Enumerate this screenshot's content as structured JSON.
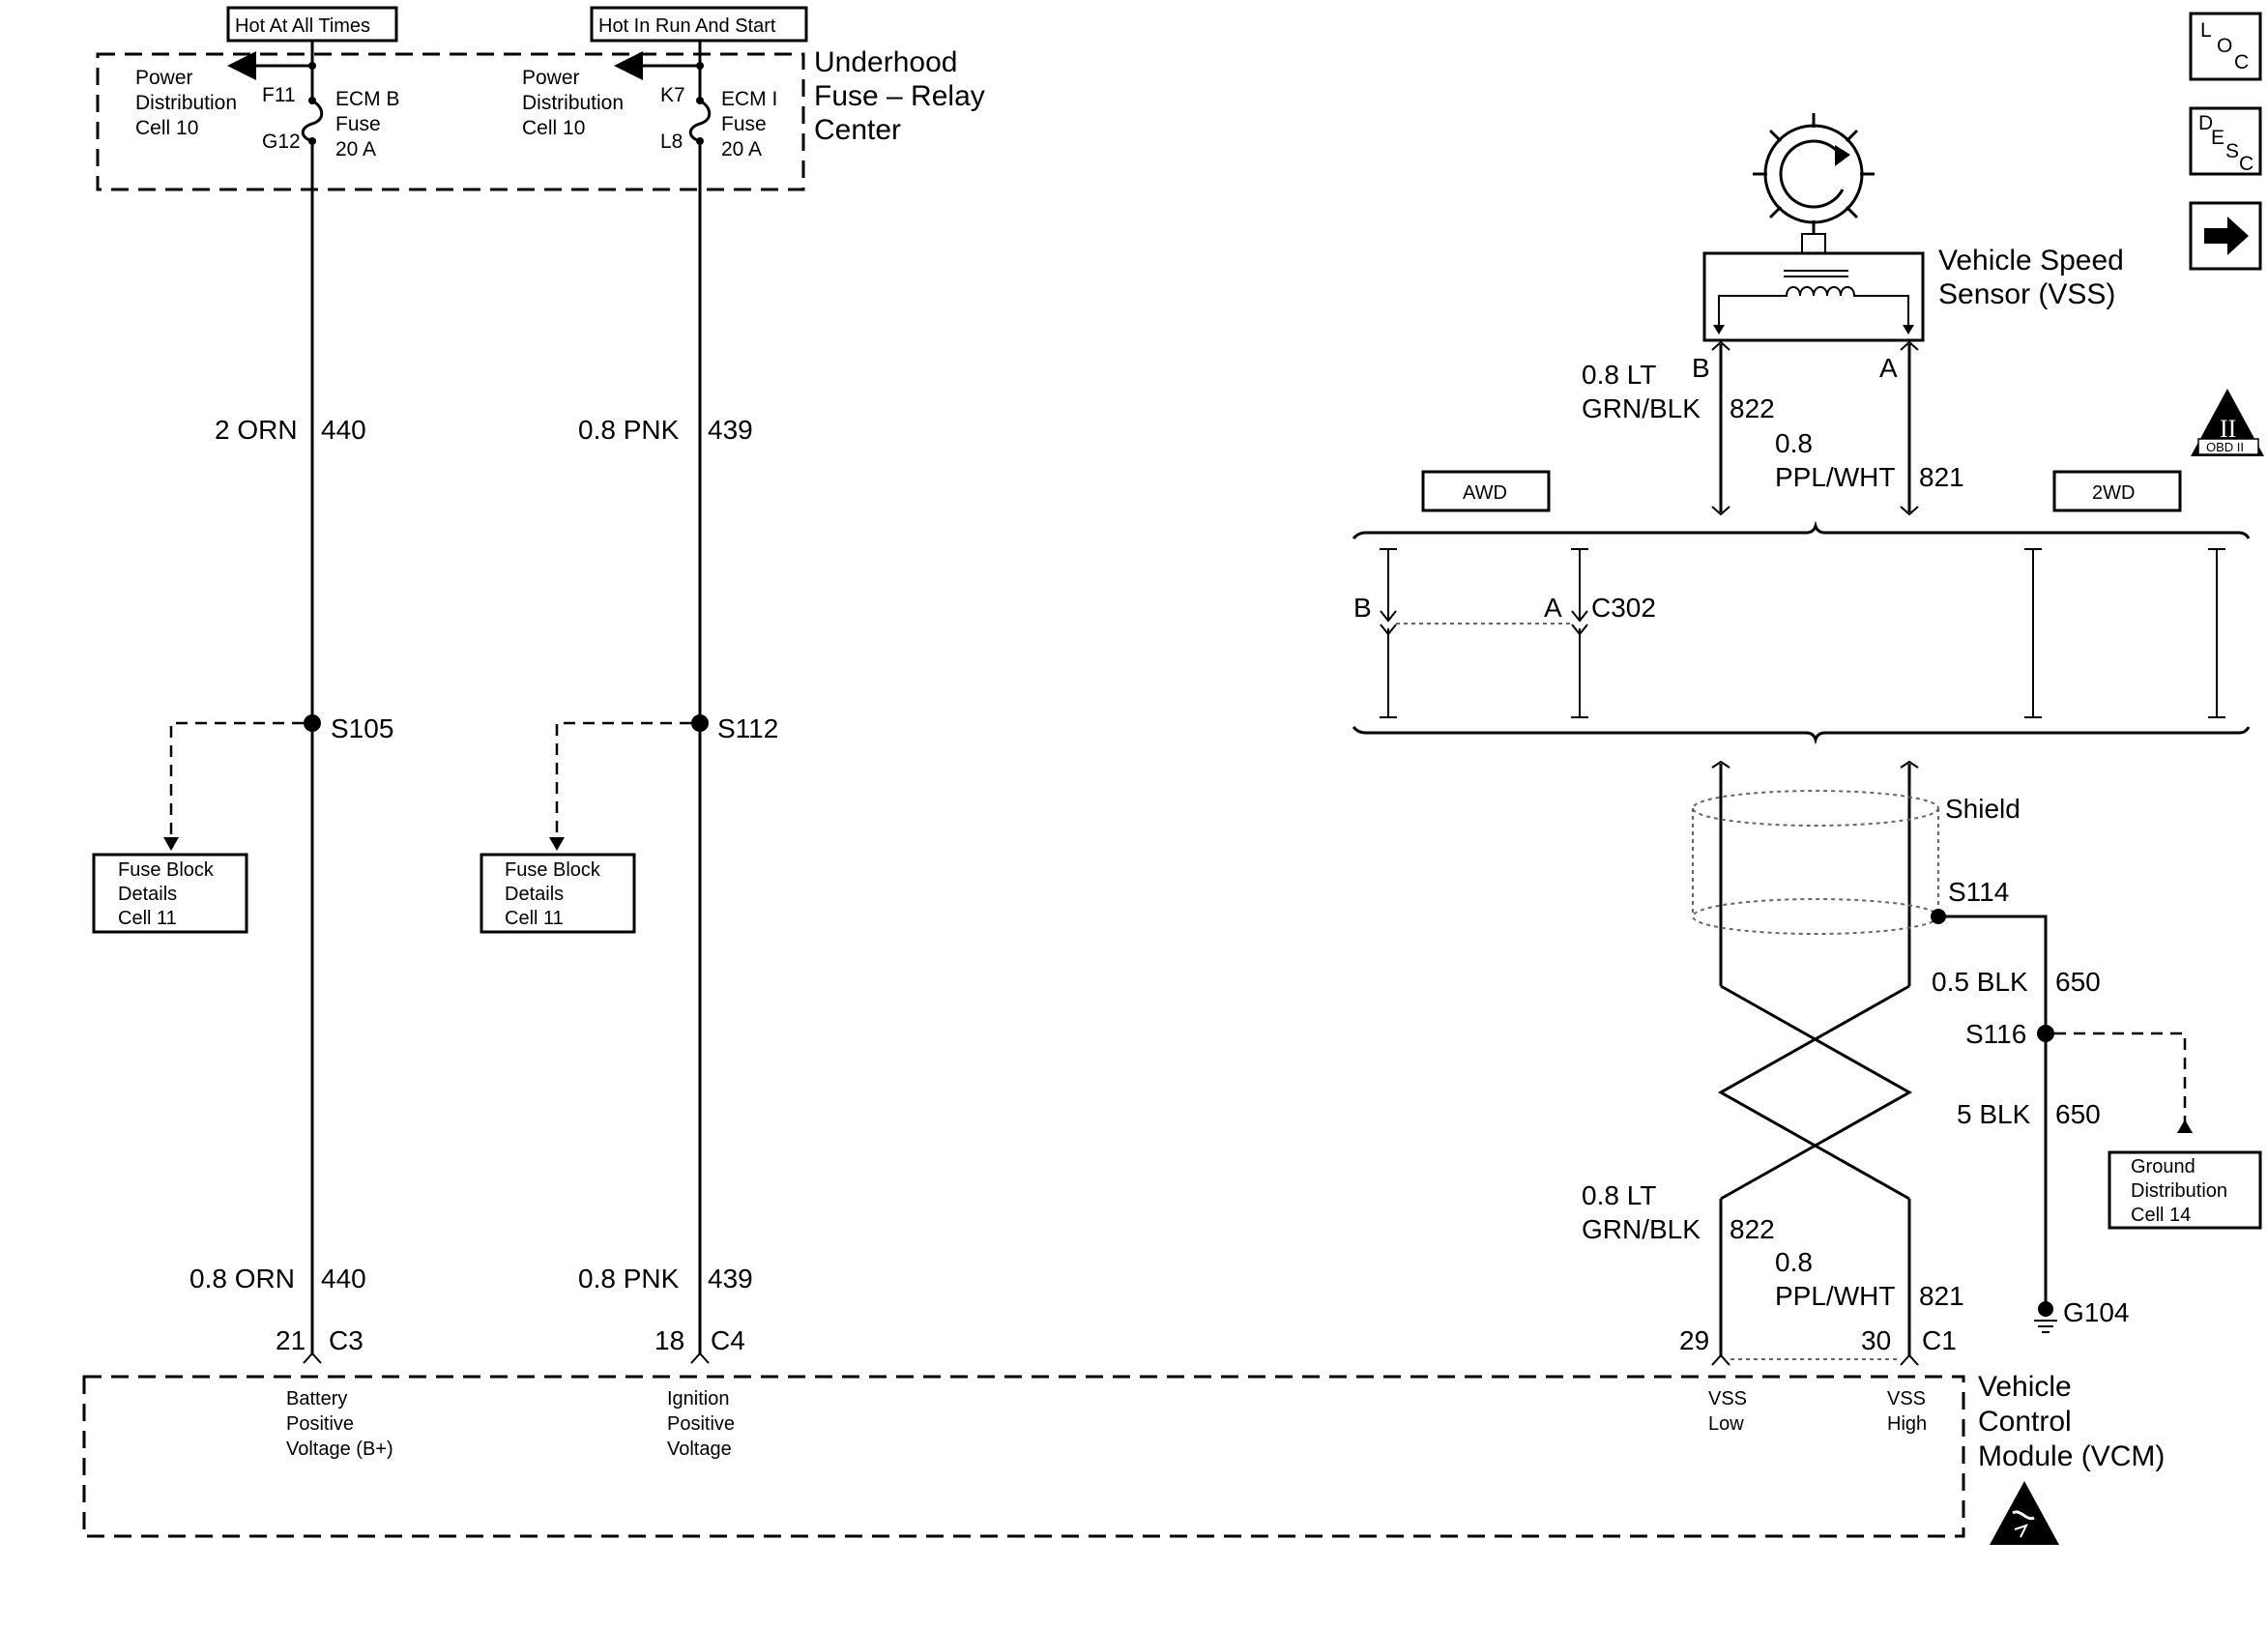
{
  "header_labels": {
    "hot_all_times": "Hot At All Times",
    "hot_run_start": "Hot In Run And Start"
  },
  "fuse_relay_center": {
    "title_line1": "Underhood",
    "title_line2": "Fuse – Relay",
    "title_line3": "Center",
    "left": {
      "pd_line1": "Power",
      "pd_line2": "Distribution",
      "pd_line3": "Cell 10",
      "pin_top": "F11",
      "pin_bottom": "G12",
      "fuse_line1": "ECM B",
      "fuse_line2": "Fuse",
      "fuse_line3": "20 A"
    },
    "right": {
      "pd_line1": "Power",
      "pd_line2": "Distribution",
      "pd_line3": "Cell 10",
      "pin_top": "K7",
      "pin_bottom": "L8",
      "fuse_line1": "ECM I",
      "fuse_line2": "Fuse",
      "fuse_line3": "20 A"
    }
  },
  "wires": {
    "w440_size": "2 ORN",
    "w440_circuit": "440",
    "w439_size": "0.8 PNK",
    "w439_circuit": "439",
    "w440b_size": "0.8 ORN",
    "w440b_circuit": "440",
    "w439b_size": "0.8 PNK",
    "w439b_circuit": "439",
    "w822_size_line1": "0.8 LT",
    "w822_size_line2": "GRN/BLK",
    "w822_circuit": "822",
    "w821_size_line1": "0.8",
    "w821_size_line2": "PPL/WHT",
    "w821_circuit": "821",
    "w822b_size_line1": "0.8 LT",
    "w822b_size_line2": "GRN/BLK",
    "w822b_circuit": "822",
    "w821b_size_line1": "0.8",
    "w821b_size_line2": "PPL/WHT",
    "w821b_circuit": "821",
    "w650_size": "0.5 BLK",
    "w650_circuit": "650",
    "w650b_size": "5 BLK",
    "w650b_circuit": "650"
  },
  "splices": {
    "s105": "S105",
    "s112": "S112",
    "s114": "S114",
    "s116": "S116"
  },
  "fuse_block_left": {
    "line1": "Fuse Block",
    "line2": "Details",
    "line3": "Cell 11"
  },
  "fuse_block_right": {
    "line1": "Fuse Block",
    "line2": "Details",
    "line3": "Cell 11"
  },
  "ground_dist": {
    "line1": "Ground",
    "line2": "Distribution",
    "line3": "Cell 14"
  },
  "ground": "G104",
  "vss": {
    "label_line1": "Vehicle Speed",
    "label_line2": "Sensor (VSS)",
    "pin_b": "B",
    "pin_a": "A"
  },
  "option_awd": "AWD",
  "option_2wd": "2WD",
  "connector": {
    "name": "C302",
    "pin_b": "B",
    "pin_a": "A"
  },
  "shield": "Shield",
  "vcm": {
    "title_line1": "Vehicle",
    "title_line2": "Control",
    "title_line3": "Module (VCM)",
    "pin21": "21",
    "conn_c3": "C3",
    "pin18": "18",
    "conn_c4": "C4",
    "pin29": "29",
    "pin30": "30",
    "conn_c1": "C1",
    "batt_line1": "Battery",
    "batt_line2": "Positive",
    "batt_line3": "Voltage (B+)",
    "ign_line1": "Ignition",
    "ign_line2": "Positive",
    "ign_line3": "Voltage",
    "vss_low_line1": "VSS",
    "vss_low_line2": "Low",
    "vss_high_line1": "VSS",
    "vss_high_line2": "High"
  },
  "side_icons": {
    "loc_l": "L",
    "loc_o": "O",
    "loc_c": "C",
    "desc_d": "D",
    "desc_e": "E",
    "desc_s": "S",
    "desc_c": "C",
    "obd_roman": "II",
    "obd_text": "OBD II"
  }
}
